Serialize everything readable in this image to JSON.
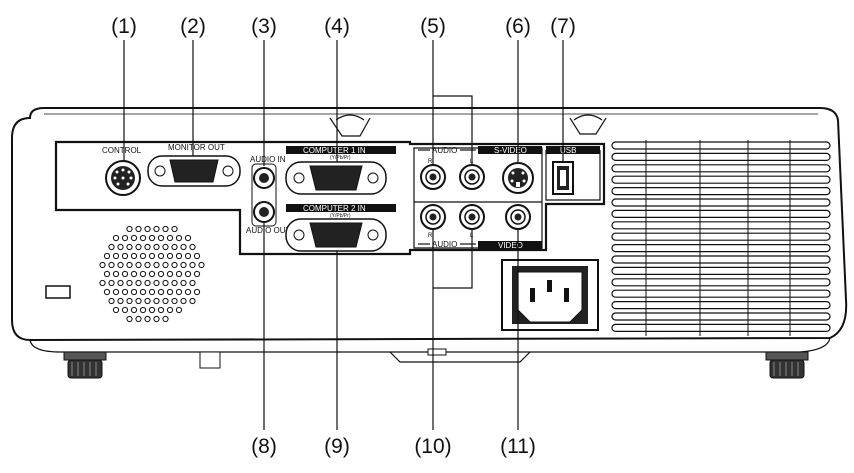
{
  "callouts": {
    "c1": "(1)",
    "c2": "(2)",
    "c3": "(3)",
    "c4": "(4)",
    "c5": "(5)",
    "c6": "(6)",
    "c7": "(7)",
    "c8": "(8)",
    "c9": "(9)",
    "c10": "(10)",
    "c11": "(11)"
  },
  "ports": {
    "control": "CONTROL",
    "monitor_out": "MONITOR OUT",
    "audio_in": "AUDIO IN",
    "audio_out": "AUDIO OUT",
    "computer1_in": "COMPUTER 1 IN",
    "computer1_sub": "(Y/Pb/Pr)",
    "computer2_in": "COMPUTER 2 IN",
    "computer2_sub": "(Y/Pb/Pr)",
    "audio_top": "AUDIO",
    "audio_bottom": "AUDIO",
    "svideo": "S-VIDEO",
    "usb": "USB",
    "video": "VIDEO",
    "r_top": "R",
    "l_top": "L",
    "r_bottom": "R",
    "l_bottom": "L"
  }
}
